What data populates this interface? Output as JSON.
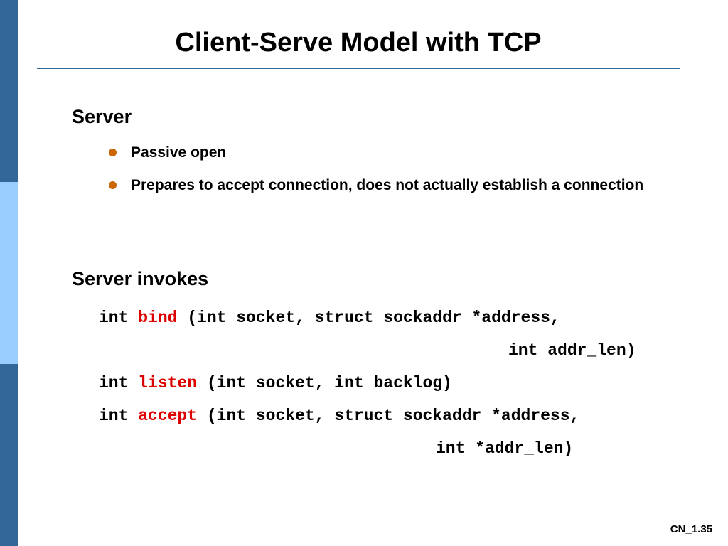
{
  "colors": {
    "sidebar_dark": "#336699",
    "sidebar_light": "#99ccff",
    "rule": "#336699",
    "bullet": "#cc6600",
    "function_name": "#dd0000"
  },
  "slide": {
    "title": "Client-Serve Model with TCP",
    "server_heading": "Server",
    "bullets": [
      {
        "icon": "bullet-dot",
        "text": "Passive open"
      },
      {
        "icon": "bullet-dot",
        "text": "Prepares to accept connection, does not actually establish a connection"
      }
    ],
    "invokes_heading": "Server invokes",
    "code": {
      "bind": {
        "ret": "int ",
        "name": "bind",
        "args": " (int socket, struct sockaddr *address,",
        "cont": "int addr_len)"
      },
      "listen": {
        "ret": "int ",
        "name": "listen",
        "args": " (int socket, int backlog)"
      },
      "accept": {
        "ret": "int ",
        "name": "accept",
        "args": " (int socket, struct sockaddr *address,",
        "cont": "int *addr_len)"
      }
    },
    "footer": "CN_1.35"
  }
}
